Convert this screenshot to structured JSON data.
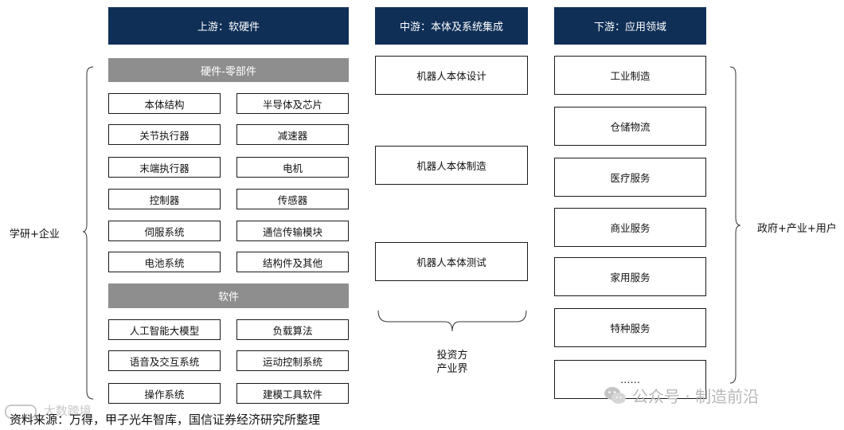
{
  "columns": {
    "upstream": "上游：软硬件",
    "midstream": "中游：本体及系统集成",
    "downstream": "下游：应用领域"
  },
  "upstream": {
    "hardware_title": "硬件-零部件",
    "hardware_items": [
      "本体结构",
      "半导体及芯片",
      "关节执行器",
      "减速器",
      "末端执行器",
      "电机",
      "控制器",
      "传感器",
      "伺服系统",
      "通信传输模块",
      "电池系统",
      "结构件及其他"
    ],
    "software_title": "软件",
    "software_items": [
      "人工智能大模型",
      "负载算法",
      "语音及交互系统",
      "运动控制系统",
      "操作系统",
      "建模工具软件"
    ]
  },
  "midstream": {
    "items": [
      "机器人本体设计",
      "机器人本体制造",
      "机器人本体测试"
    ],
    "investor_line1": "投资方",
    "investor_line2": "产业界"
  },
  "downstream": {
    "items": [
      "工业制造",
      "仓储物流",
      "医疗服务",
      "商业服务",
      "家用服务",
      "特种服务",
      "……"
    ]
  },
  "left_label": "学研+企业",
  "right_label": "政府+产业+用户",
  "watermark_left": "大数跨境",
  "watermark_right": "公众号 · 制造前沿",
  "source": "资料来源：万得，甲子光年智库，国信证券经济研究所整理"
}
